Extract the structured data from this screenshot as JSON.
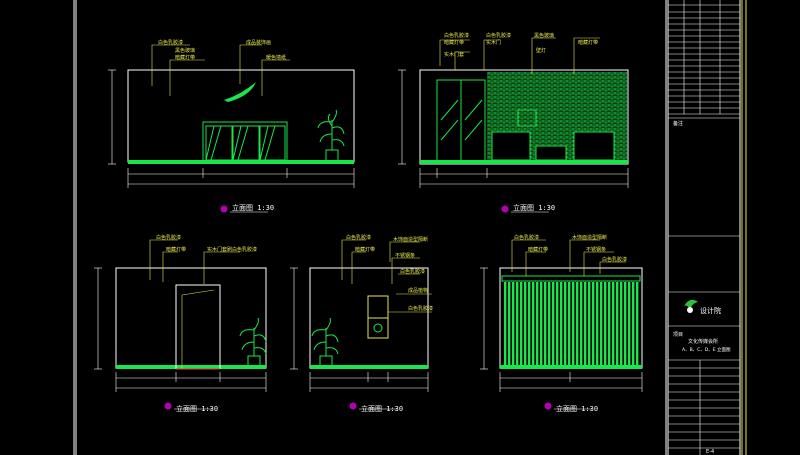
{
  "sheet": {
    "background": "#000000",
    "line_color": "#ffffff",
    "drawing_color": "#19e64b",
    "annotation_color": "#e6e64b",
    "label_color": "#ffffff"
  },
  "title_block": {
    "field_label": "备注",
    "project_label": "项目",
    "drawing_name_line1": "文化传媒会所",
    "drawing_name_line2": "A、B、C、D、E 立面图",
    "logo_text": "设计院",
    "sheet_number": "E-4"
  },
  "views": [
    {
      "id": "A",
      "title": "立面图 1:30",
      "notes": [
        "白色乳胶漆",
        "黑色玻璃",
        "暗藏灯带",
        "成品装饰画",
        "暖色墙纸"
      ]
    },
    {
      "id": "B",
      "title": "立面图 1:30",
      "notes": [
        "白色乳胶漆",
        "暗藏灯带",
        "实木门套",
        "白色乳胶漆",
        "实木门",
        "壁灯",
        "黑色玻璃",
        "暗藏灯带"
      ]
    },
    {
      "id": "C",
      "title": "立面图 1:30",
      "notes": [
        "白色乳胶漆",
        "暗藏灯带",
        "实木门套刷白色乳胶漆"
      ]
    },
    {
      "id": "D",
      "title": "立面图 1:30",
      "notes": [
        "白色乳胶漆",
        "暗藏灯带",
        "木饰面造型隔断",
        "不锈钢条",
        "白色乳胶漆",
        "成品植物",
        "白色乳胶漆"
      ]
    },
    {
      "id": "E",
      "title": "立面图 1:30",
      "notes": [
        "白色乳胶漆",
        "暗藏灯带",
        "木饰面造型隔断",
        "不锈钢条",
        "白色乳胶漆"
      ]
    }
  ]
}
